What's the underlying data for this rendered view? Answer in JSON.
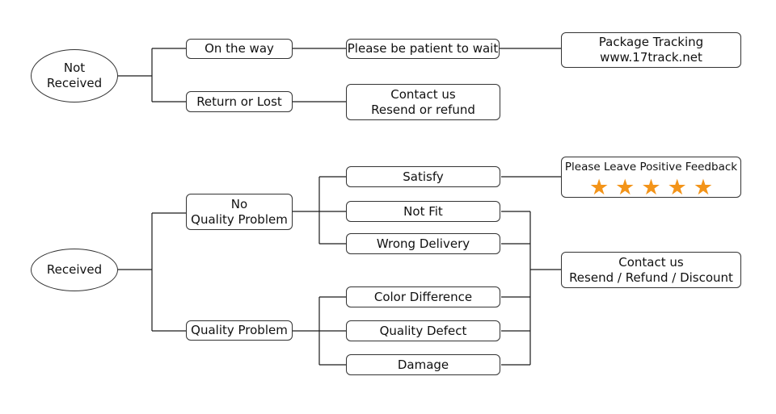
{
  "not_received": {
    "root": [
      "Not",
      "Received"
    ],
    "on_the_way": "On the way",
    "return_or_lost": "Return or Lost",
    "wait": "Please be patient to wait",
    "tracking": [
      "Package Tracking",
      "www.17track.net"
    ],
    "contact": [
      "Contact us",
      "Resend or refund"
    ]
  },
  "received": {
    "root": "Received",
    "no_quality_problem": [
      "No",
      "Quality Problem"
    ],
    "quality_problem": "Quality Problem",
    "satisfy": "Satisfy",
    "not_fit": "Not Fit",
    "wrong_delivery": "Wrong Delivery",
    "color_difference": "Color Difference",
    "quality_defect": "Quality Defect",
    "damage": "Damage",
    "feedback": "Please Leave Positive Feedback",
    "feedback_rating": 5,
    "contact": [
      "Contact us",
      "Resend / Refund / Discount"
    ]
  },
  "colors": {
    "star": "#f39419",
    "line": "#1a1a1a"
  }
}
